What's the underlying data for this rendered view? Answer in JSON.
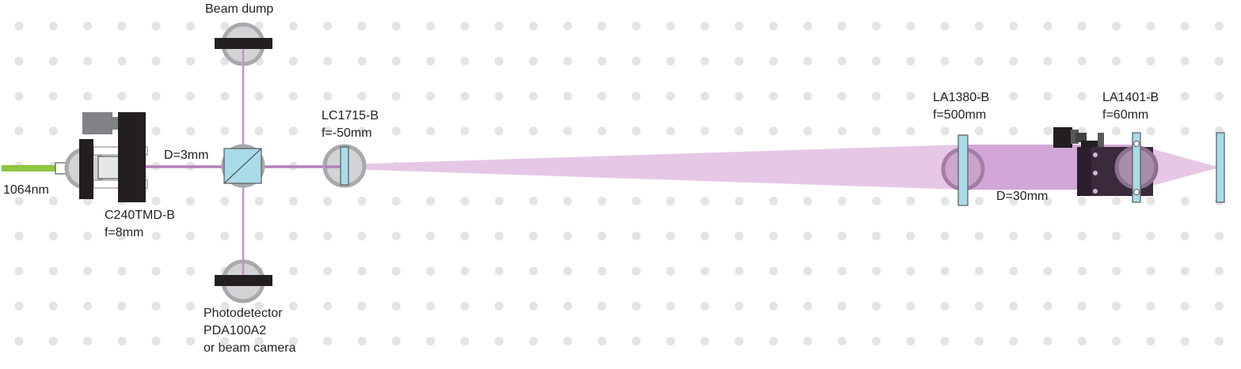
{
  "colors": {
    "background": "#ffffff",
    "grid_hole": "#e4e4e4",
    "beam": "#d9b3d9",
    "beam_dense": "#b98cbf",
    "beam_line": "#a875ad",
    "optic_glass": "#a9dbe8",
    "mount_ring": "#a7a9ac",
    "mount_fill": "#d1d3d4",
    "mount_dark": "#231f20",
    "fiber": "#8dc63f",
    "text": "#231f20"
  },
  "labels": {
    "beam_dump": "Beam dump",
    "fiber_wavelength": "1064nm",
    "collimator_part": "C240TMD-B",
    "collimator_focal": "f=8mm",
    "beam_diameter_small": "D=3mm",
    "neg_lens_part": "LC1715-B",
    "neg_lens_focal": "f=-50mm",
    "photodetector_line1": "Photodetector",
    "photodetector_line2": "PDA100A2",
    "photodetector_line3": "or beam camera",
    "lens1_part": "LA1380-B",
    "lens1_focal": "f=500mm",
    "lens2_part": "LA1401-B",
    "lens2_focal": "f=60mm",
    "beam_diameter_large": "D=30mm"
  },
  "icons": [
    "fiber-connector-icon",
    "collimator-mount-icon",
    "beamsplitter-cube-icon",
    "lens-mount-icon",
    "translation-stage-icon",
    "beam-dump-icon",
    "photodetector-icon",
    "output-window-icon"
  ]
}
